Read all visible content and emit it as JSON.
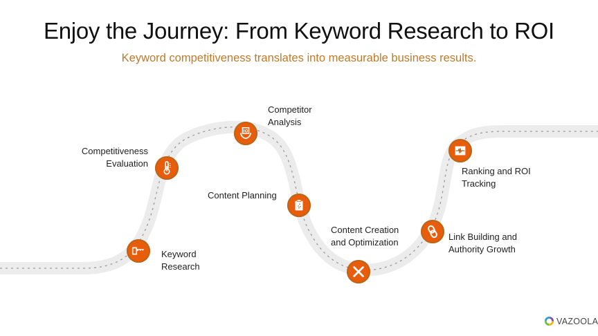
{
  "header": {
    "title": "Enjoy the Journey: From Keyword Research to ROI",
    "subtitle": "Keyword competitiveness translates into measurable business results."
  },
  "colors": {
    "accent": "#e85d0c",
    "subtitle": "#c07a2a",
    "road": "#ececec",
    "dash": "#9a9a9a"
  },
  "steps": [
    {
      "label_line1": "Keyword",
      "label_line2": "Research",
      "icon": "key-icon"
    },
    {
      "label_line1": "Competitiveness",
      "label_line2": "Evaluation",
      "icon": "thermometer-icon"
    },
    {
      "label_line1": "Competitor",
      "label_line2": "Analysis",
      "icon": "hands-io-icon"
    },
    {
      "label_line1": "Content Planning",
      "label_line2": "",
      "icon": "clipboard-icon"
    },
    {
      "label_line1": "Content Creation",
      "label_line2": "and Optimization",
      "icon": "pencil-brush-icon"
    },
    {
      "label_line1": "Link Building and",
      "label_line2": "Authority Growth",
      "icon": "link-icon"
    },
    {
      "label_line1": "Ranking and ROI",
      "label_line2": "Tracking",
      "icon": "pulse-chart-icon"
    }
  ],
  "logo": {
    "text": "VAZOOLA"
  }
}
